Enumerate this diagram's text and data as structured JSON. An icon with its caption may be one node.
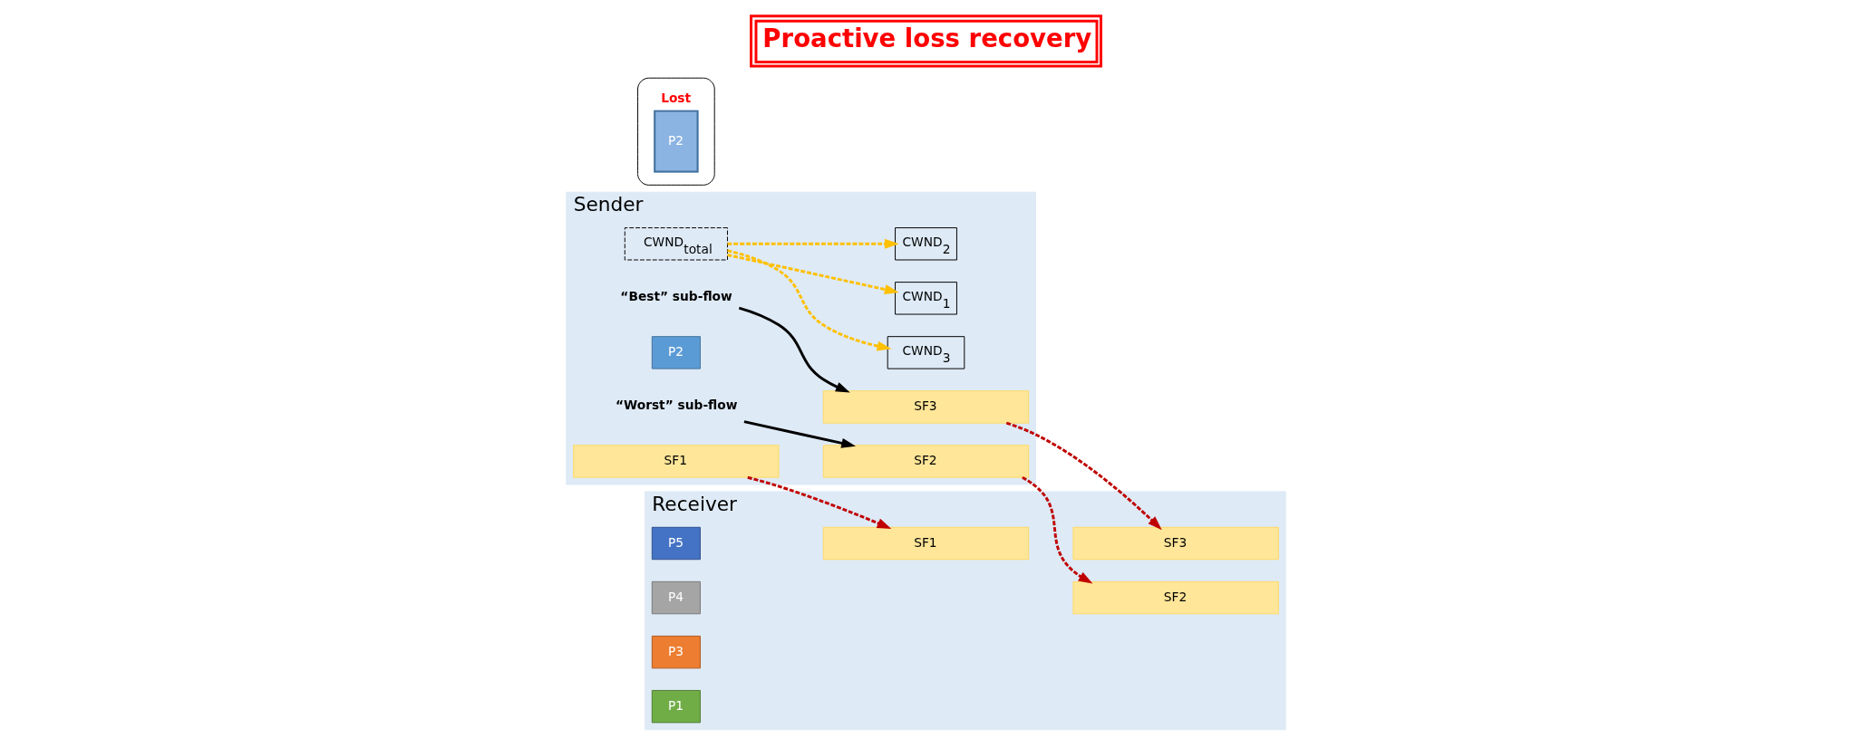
{
  "diagram": {
    "title": "Proactive loss recovery",
    "nodes": [
      {
        "text": [
          "Sender"
        ]
      },
      {
        "text": [
          "CWND$_{total}$"
        ],
        "in": 0
      },
      {
        "text": [
          "CWND$_{1}$"
        ],
        "in": 0
      },
      {
        "text": [
          "CWND$_{2}$"
        ],
        "in": 0
      },
      {
        "text": [
          "CWND$_{3}$"
        ],
        "in": 0
      },
      {
        "text": [
          "SF1"
        ],
        "in": 0
      },
      {
        "text": [
          "SF2"
        ],
        "in": 0
      },
      {
        "text": [
          "P2"
        ],
        "in": 0
      },
      {
        "text": [
          "SF3"
        ],
        "in": 0
      },
      {
        "text": [
          "“Worst” sub-flow"
        ],
        "in": 0
      },
      {
        "text": [
          "“Best” sub-flow"
        ],
        "in": 0
      },
      {
        "text": [],
        "shape": "cloud"
      },
      {
        "text": [
          "P2"
        ],
        "beside": [
          "Lost"
        ],
        "in": 11
      },
      {
        "text": [
          "Receiver"
        ]
      },
      {
        "text": [
          "SF1"
        ],
        "in": 13
      },
      {
        "text": [
          "SF2"
        ],
        "in": 13
      },
      {
        "text": [
          "SF3"
        ],
        "in": 13
      },
      {
        "text": [
          "P5"
        ],
        "in": 13
      },
      {
        "text": [
          "P4"
        ],
        "in": 13
      },
      {
        "text": [
          "P3"
        ],
        "in": 13
      },
      {
        "text": [
          "P1"
        ],
        "in": 13
      }
    ],
    "edges": [
      {
        "from": 1,
        "to": 2,
        "arrow": "to",
        "style": "dashed",
        "color": "#ffc000"
      },
      {
        "from": 1,
        "to": 3,
        "arrow": "to",
        "style": "dashed",
        "color": "#ffc000"
      },
      {
        "from": 1,
        "to": 4,
        "arrow": "to",
        "style": "dashed",
        "color": "#ffc000"
      },
      {
        "from": 5,
        "to": 14,
        "arrow": "to",
        "style": "dashed",
        "color": "#c00000"
      },
      {
        "from": 6,
        "to": 15,
        "arrow": "to",
        "style": "dashed",
        "color": "#c00000"
      },
      {
        "from": 8,
        "to": 16,
        "arrow": "to",
        "style": "dashed",
        "color": "#c00000"
      },
      {
        "from": 9,
        "to": 6,
        "arrow": "to",
        "color": "#000000"
      },
      {
        "from": 10,
        "to": 8,
        "arrow": "to",
        "color": "#000000"
      }
    ]
  }
}
